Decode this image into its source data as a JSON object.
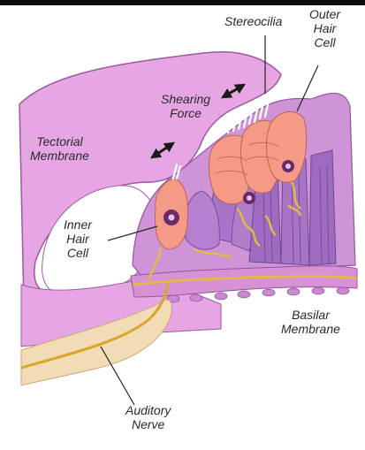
{
  "labels": {
    "stereocilia": "Stereocilia",
    "outer_hair_cell": [
      "Outer",
      "Hair",
      "Cell"
    ],
    "shearing_force": [
      "Shearing",
      "Force"
    ],
    "tectorial_membrane": [
      "Tectorial",
      "Membrane"
    ],
    "inner_hair_cell": [
      "Inner",
      "Hair",
      "Cell"
    ],
    "basilar_membrane": [
      "Basilar",
      "Membrane"
    ],
    "auditory_nerve": [
      "Auditory",
      "Nerve"
    ]
  },
  "colors": {
    "top_bar": "#0c0c0c",
    "membrane_pink": "#e6a6e4",
    "membrane_outline": "#9b5a9e",
    "organ_purple": "#c98fd6",
    "pillar_purple": "#a874c7",
    "hair_cell_salmon": "#f59a86",
    "nucleus": "#6a2a6a",
    "nerve_tan": "#f2dcb6",
    "nerve_fiber": "#d9a62a",
    "arrow": "#1a1a1a"
  }
}
